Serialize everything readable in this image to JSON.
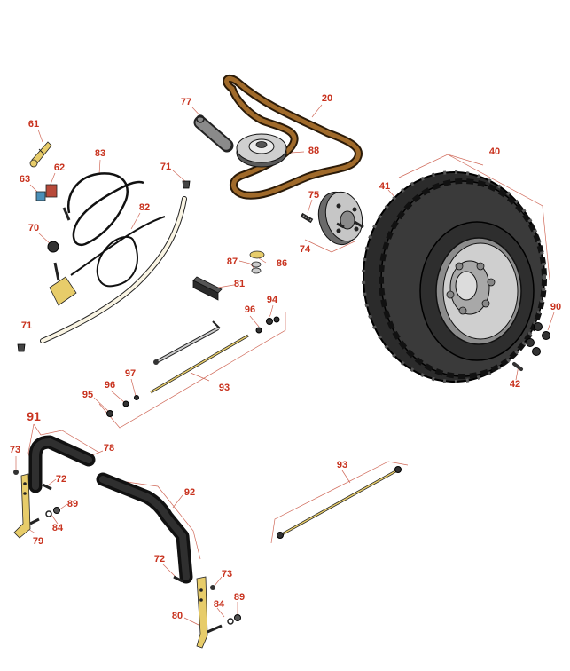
{
  "diagram": {
    "accent_color": "#c8321e",
    "callouts": {
      "c61": "61",
      "c62": "62",
      "c63": "63",
      "c70": "70",
      "c71a": "71",
      "c71b": "71",
      "c83": "83",
      "c82": "82",
      "c77": "77",
      "c20": "20",
      "c88": "88",
      "c75": "75",
      "c74": "74",
      "c40": "40",
      "c41": "41",
      "c87": "87",
      "c86": "86",
      "c81": "81",
      "c94": "94",
      "c96a": "96",
      "c96b": "96",
      "c97": "97",
      "c95": "95",
      "c93a": "93",
      "c93b": "93",
      "c90": "90",
      "c42": "42",
      "c91": "91",
      "c78": "78",
      "c73a": "73",
      "c73b": "73",
      "c72a": "72",
      "c72b": "72",
      "c89a": "89",
      "c89b": "89",
      "c84a": "84",
      "c84b": "84",
      "c79": "79",
      "c92": "92",
      "c80": "80"
    }
  }
}
